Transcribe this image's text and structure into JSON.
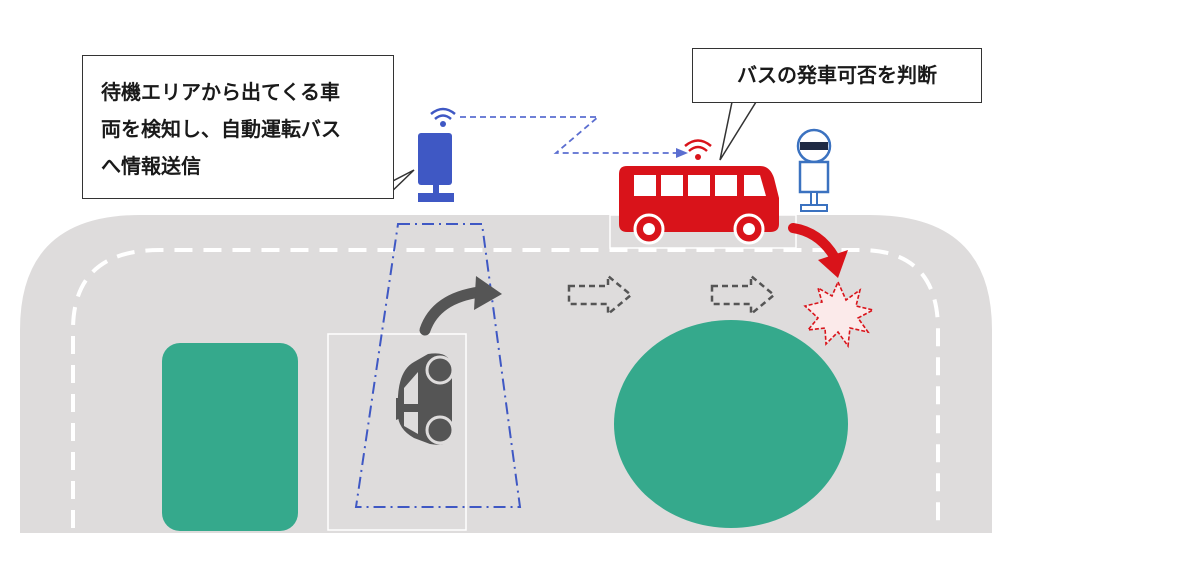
{
  "callouts": {
    "sensor": {
      "lines": [
        "待機エリアから出てくる車",
        "両を検知し、自動運転バス",
        "へ情報送信"
      ]
    },
    "bus": {
      "text": "バスの発車可否を判断"
    }
  },
  "colors": {
    "road": "#dedcdc",
    "lane_marking": "#ffffff",
    "island": "#35a98c",
    "bus": "#d9131a",
    "sensor": "#3f58c4",
    "detection_zone": "#3f58c4",
    "waiting_car": "#555555",
    "arrow": "#555555",
    "collision": "#d9131a",
    "bus_stop_sign": "#3b72c0",
    "signal_link": "#5b6ed0"
  },
  "icons": {
    "sensor": "sensor-pole-icon",
    "wifi_sensor": "wifi-icon",
    "wifi_bus": "wifi-icon",
    "bus": "bus-icon",
    "car": "car-icon",
    "bus_stop": "bus-stop-icon",
    "turn_arrow": "curved-arrow-icon",
    "flow_arrows": "dashed-arrow-icon",
    "bus_arrow": "curved-arrow-icon",
    "collision": "collision-burst-icon"
  }
}
